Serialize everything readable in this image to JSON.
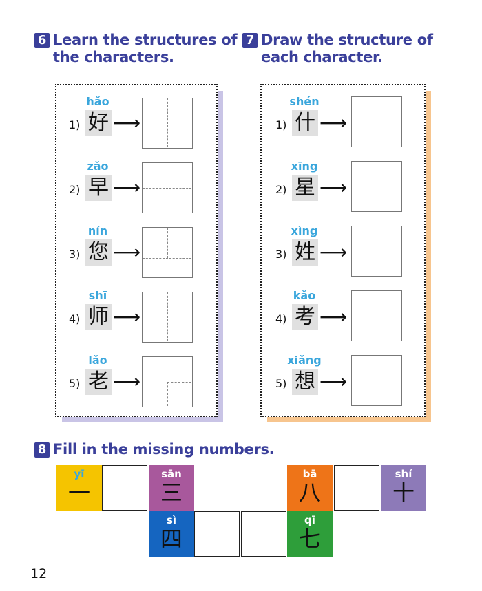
{
  "exercise6": {
    "number": "6",
    "title_line1": "Learn the structures of",
    "title_line2": "the characters."
  },
  "exercise7": {
    "number": "7",
    "title_line1": "Draw the structure of",
    "title_line2": "each character."
  },
  "exercise8": {
    "number": "8",
    "title": "Fill in the missing numbers."
  },
  "learn_items": [
    {
      "num": "1)",
      "pinyin": "hǎo",
      "char": "好",
      "structure": "left-right"
    },
    {
      "num": "2)",
      "pinyin": "zǎo",
      "char": "早",
      "structure": "top-bottom"
    },
    {
      "num": "3)",
      "pinyin": "nín",
      "char": "您",
      "structure": "top-left-right-bottom"
    },
    {
      "num": "4)",
      "pinyin": "shī",
      "char": "师",
      "structure": "left-right"
    },
    {
      "num": "5)",
      "pinyin": "lǎo",
      "char": "老",
      "structure": "enclosed-bottom-right"
    }
  ],
  "draw_items": [
    {
      "num": "1)",
      "pinyin": "shén",
      "char": "什"
    },
    {
      "num": "2)",
      "pinyin": "xīng",
      "char": "星"
    },
    {
      "num": "3)",
      "pinyin": "xìng",
      "char": "姓"
    },
    {
      "num": "4)",
      "pinyin": "kǎo",
      "char": "考"
    },
    {
      "num": "5)",
      "pinyin": "xiǎng",
      "char": "想"
    }
  ],
  "numbers": {
    "one": {
      "pinyin": "yī",
      "char": "一",
      "color": "#f5c400",
      "pinyin_color": "#3aa6dc"
    },
    "three": {
      "pinyin": "sān",
      "char": "三",
      "color": "#a8589c",
      "pinyin_color": "#ffffff"
    },
    "four": {
      "pinyin": "sì",
      "char": "四",
      "color": "#1565c0",
      "pinyin_color": "#ffffff"
    },
    "seven": {
      "pinyin": "qī",
      "char": "七",
      "color": "#2e9e3a",
      "pinyin_color": "#ffffff"
    },
    "eight": {
      "pinyin": "bā",
      "char": "八",
      "color": "#ee7418",
      "pinyin_color": "#ffffff"
    },
    "ten": {
      "pinyin": "shí",
      "char": "十",
      "color": "#8d7ab8",
      "pinyin_color": "#ffffff"
    }
  },
  "colors": {
    "title": "#3a3f9a",
    "pinyin": "#3aa6dc",
    "panel6_shadow": "#c9c4e6",
    "panel7_shadow": "#f7c58e"
  },
  "page_number": "12"
}
